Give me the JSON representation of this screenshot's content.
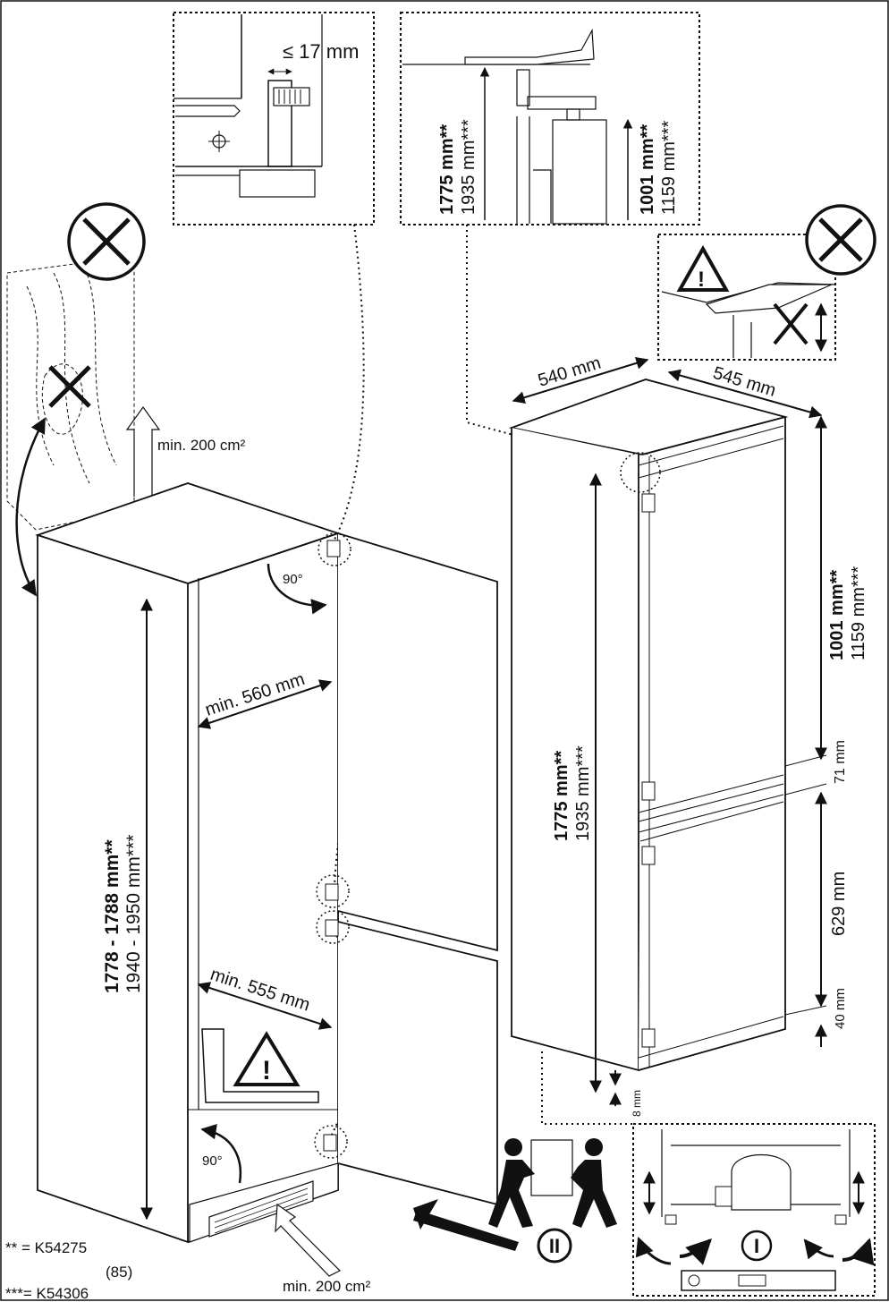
{
  "detail_hinge": {
    "label": "≤ 17 mm"
  },
  "detail_top": {
    "h1_bold": "1775 mm**",
    "h1_alt": "1935 mm***",
    "h2_bold": "1001 mm**",
    "h2_alt": "1159 mm***"
  },
  "niche": {
    "height_bold": "1778 - 1788 mm**",
    "height_alt": "1940 - 1950 mm***",
    "width_top": "min. 560 mm",
    "width_bottom": "min. 555 mm",
    "angle_top": "90°",
    "angle_bottom": "90°",
    "vent_top": "min. 200 cm²",
    "vent_bottom": "min. 200 cm²"
  },
  "appliance": {
    "width": "540 mm",
    "depth": "545 mm",
    "height_bold": "1775 mm**",
    "height_alt": "1935 mm***",
    "upper_bold": "1001 mm**",
    "upper_alt": "1159 mm***",
    "gap_mid": "71 mm",
    "lower": "629 mm",
    "gap_bottom": "40 mm",
    "plinth": "8 mm"
  },
  "steps": {
    "step1": "I",
    "step2": "II"
  },
  "legend": {
    "l1": "** = K54275",
    "l2": "(85)",
    "l3": "***= K54306"
  },
  "icons": [
    "prohibited-icon",
    "warning-icon",
    "two-person-lift-icon",
    "spirit-level-icon"
  ]
}
